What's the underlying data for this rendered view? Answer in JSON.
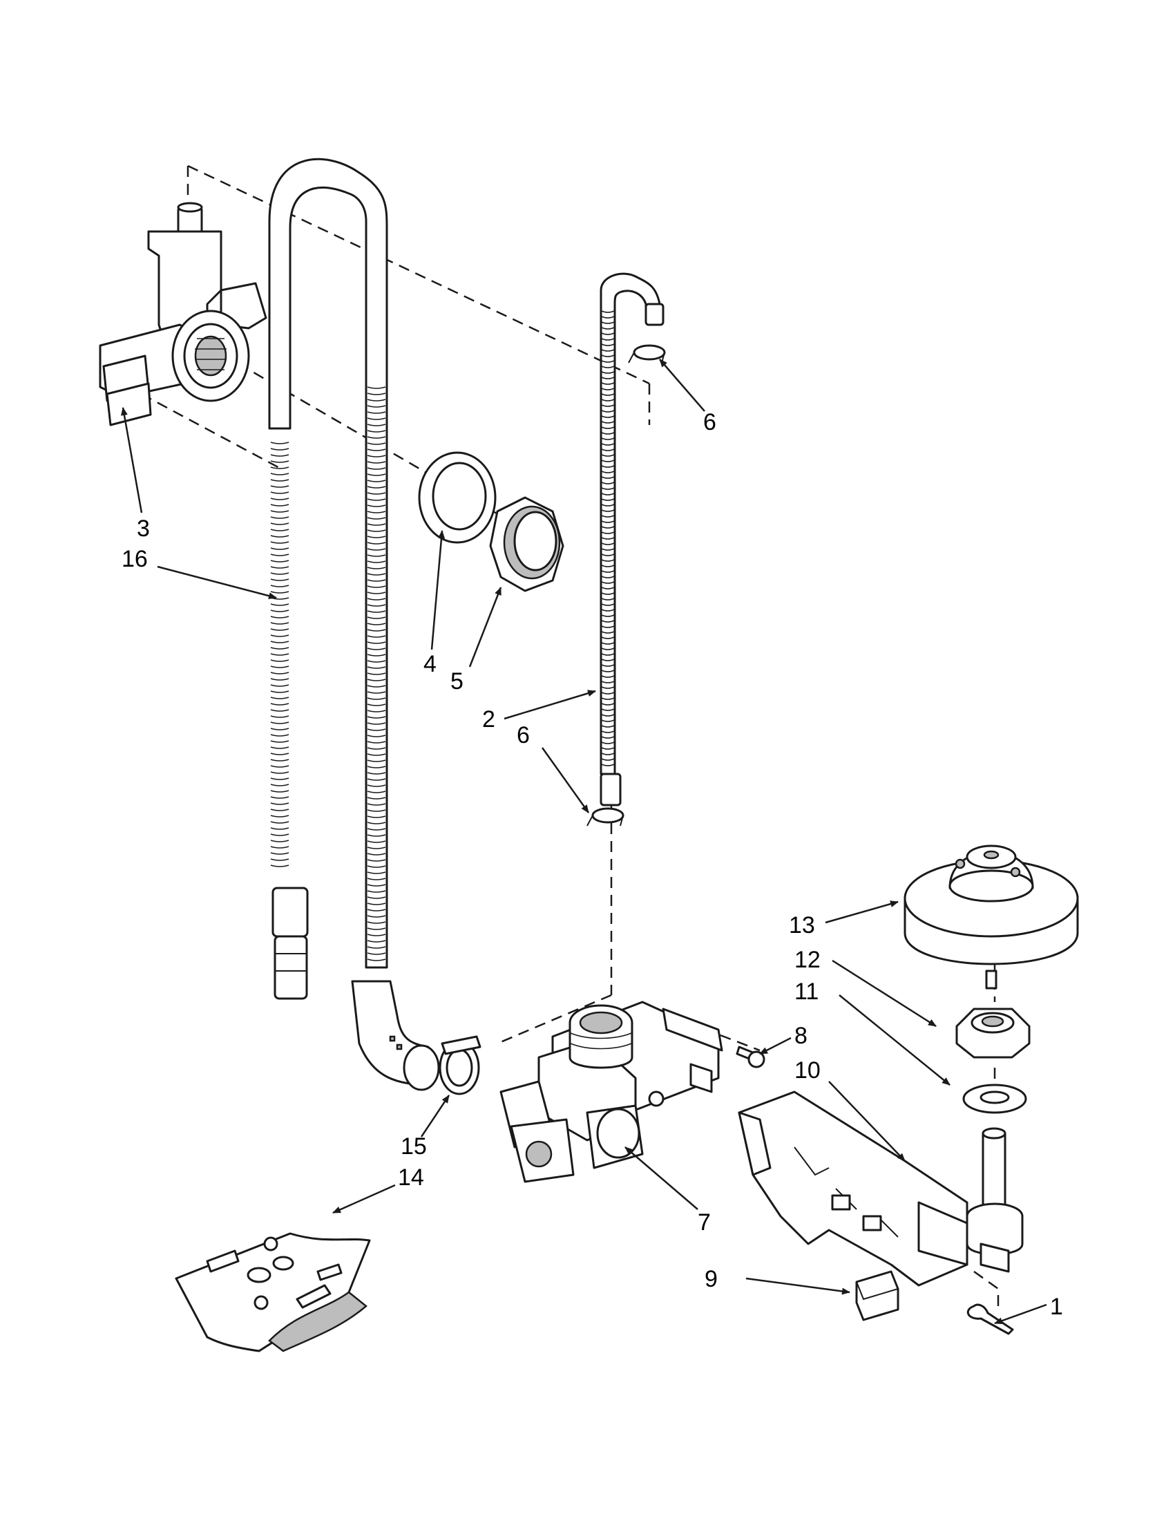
{
  "callouts": [
    {
      "id": "c1",
      "label": "1"
    },
    {
      "id": "c2",
      "label": "2"
    },
    {
      "id": "c3",
      "label": "3"
    },
    {
      "id": "c4",
      "label": "4"
    },
    {
      "id": "c5",
      "label": "5"
    },
    {
      "id": "c6a",
      "label": "6"
    },
    {
      "id": "c6b",
      "label": "6"
    },
    {
      "id": "c7",
      "label": "7"
    },
    {
      "id": "c8",
      "label": "8"
    },
    {
      "id": "c9",
      "label": "9"
    },
    {
      "id": "c10",
      "label": "10"
    },
    {
      "id": "c11",
      "label": "11"
    },
    {
      "id": "c12",
      "label": "12"
    },
    {
      "id": "c13",
      "label": "13"
    },
    {
      "id": "c14",
      "label": "14"
    },
    {
      "id": "c15",
      "label": "15"
    },
    {
      "id": "c16",
      "label": "16"
    }
  ]
}
